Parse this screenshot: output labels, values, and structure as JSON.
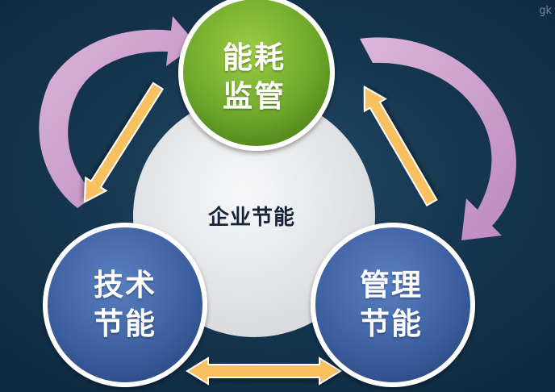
{
  "center": {
    "label": "企业节能"
  },
  "nodes": {
    "top": {
      "line1": "能耗",
      "line2": "监管"
    },
    "left": {
      "line1": "技术",
      "line2": "节能"
    },
    "right": {
      "line1": "管理",
      "line2": "节能"
    }
  },
  "watermark": "gk",
  "colors": {
    "background": "#163750",
    "top_node": "#7ab32e",
    "side_nodes": "#3f63a6",
    "center_disc": "#e9eaec",
    "yellow_arrows": "#f7c160",
    "pink_arrows": "#d9a6d6"
  }
}
